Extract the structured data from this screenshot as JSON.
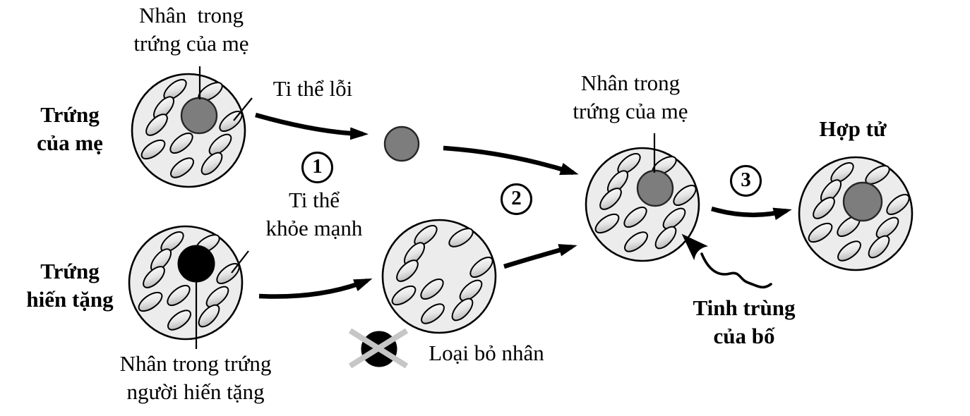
{
  "labels": {
    "mother_egg_nucleus": "Nhân  trong\ntrứng của mẹ",
    "mother_egg": "Trứng\ncủa mẹ",
    "faulty_mitochondria": "Ti thể lỗi",
    "healthy_mitochondria": "Ti thể\nkhỏe mạnh",
    "donor_egg": "Trứng\nhiến tặng",
    "donor_egg_nucleus": "Nhân trong trứng\nngười hiến tặng",
    "remove_nucleus": "Loại bỏ nhân",
    "fused_egg_nucleus": "Nhân trong\ntrứng của mẹ",
    "father_sperm": "Tinh trùng\ncủa bố",
    "zygote": "Hợp tử"
  },
  "steps": {
    "step1": "1",
    "step2": "2",
    "step3": "3"
  },
  "colors": {
    "background": "#ffffff",
    "ink": "#000000",
    "cytoplasm": "#ececec",
    "mito_shade": "#a9a9a9",
    "mito_mid": "#e6e6e6",
    "mito_light": "#ffffff",
    "nucleus_gray": "#7d7d7d",
    "nucleus_black": "#000000",
    "cross_gray": "#c6c6c6"
  }
}
